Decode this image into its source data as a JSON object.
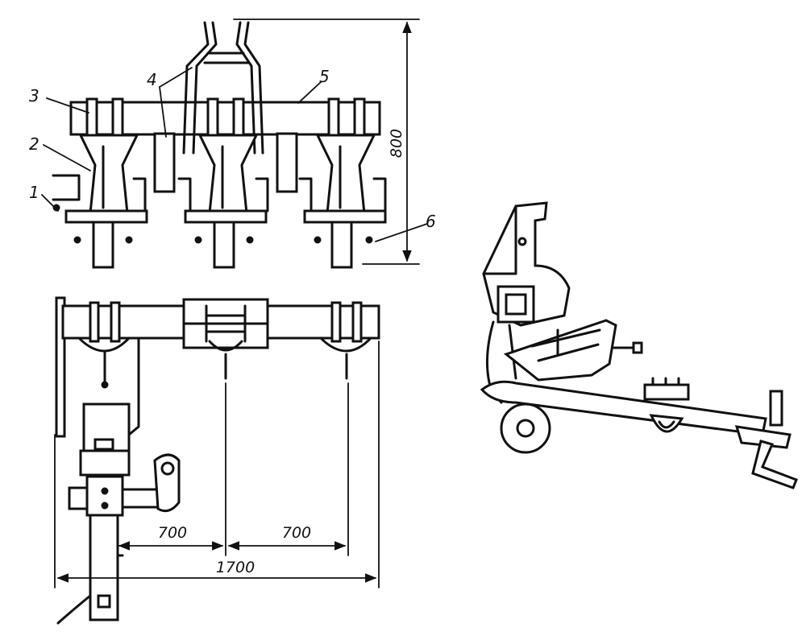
{
  "labels": {
    "part_1": "1",
    "part_2": "2",
    "part_3": "3",
    "part_4": "4",
    "part_5": "5",
    "part_6": "6"
  },
  "dimensions": {
    "height": "800",
    "spacing_left": "700",
    "spacing_right": "700",
    "overall_width": "1700"
  },
  "colors": {
    "ink": "#111111",
    "paper": "#ffffff"
  }
}
